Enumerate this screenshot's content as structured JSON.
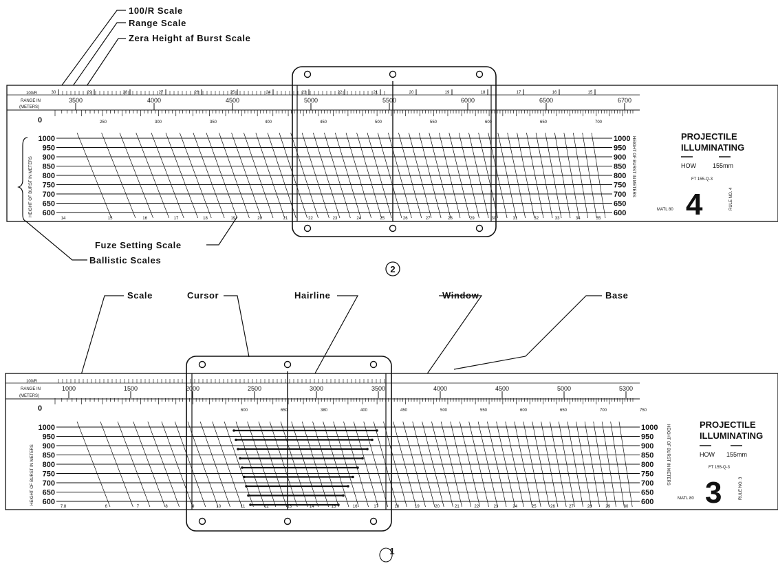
{
  "callouts_top": {
    "inv_r": "100/R Scale",
    "range": "Range Scale",
    "zero_hob": "Zera Height af Burst Scale",
    "fuze": "Fuze Setting Scale",
    "ballistic": "Ballistic Scales"
  },
  "callouts_bottom": {
    "scale": "Scale",
    "cursor": "Cursor",
    "hairline": "Hairline",
    "window": "Window",
    "base": "Base"
  },
  "figures": {
    "top": "2",
    "bottom": "1"
  },
  "rule_top": {
    "inv_r_label": "100/R",
    "range_label": "RANGE IN",
    "meters_label": "(METERS)",
    "zero": "0",
    "range_ticks": [
      "3500",
      "4000",
      "4500",
      "5000",
      "5500",
      "6000",
      "6500",
      "6700"
    ],
    "inv_r_ticks": [
      "30",
      "29",
      "28",
      "27",
      "26",
      "25",
      "24",
      "23",
      "22",
      "21",
      "20",
      "19",
      "18",
      "17",
      "16",
      "15"
    ],
    "quadrant_ticks": [
      "250",
      "300",
      "350",
      "400",
      "450",
      "500",
      "550",
      "600",
      "650",
      "700"
    ],
    "hob_values": [
      "1000",
      "950",
      "900",
      "850",
      "800",
      "750",
      "700",
      "650",
      "600"
    ],
    "fuze_ticks": [
      "14",
      "15",
      "16",
      "17",
      "18",
      "19",
      "20",
      "21",
      "22",
      "23",
      "24",
      "25",
      "26",
      "27",
      "28",
      "29",
      "30",
      "31",
      "32",
      "33",
      "34",
      "35"
    ],
    "vertical_label": "HEIGHT OF BURST IN METERS",
    "right_label": "HEIGHT OF BURST IN METERS",
    "title": "PROJECTILE",
    "subtitle": "ILLUMINATING",
    "how": "HOW",
    "caliber": "155mm",
    "ft": "FT 155-Q-3",
    "number": "4",
    "stock": "MATL 80",
    "side_code": "RULE NO. 4"
  },
  "rule_bottom": {
    "inv_r_label": "100/R",
    "range_label": "RANGE IN",
    "meters_label": "(METERS)",
    "zero": "0",
    "range_ticks": [
      "1000",
      "1500",
      "2000",
      "2500",
      "3000",
      "3500",
      "4000",
      "4500",
      "5000",
      "5300"
    ],
    "quadrant_ticks": [
      "600",
      "650",
      "380",
      "400",
      "450",
      "500",
      "550",
      "600",
      "650",
      "700",
      "750"
    ],
    "hob_values": [
      "1000",
      "950",
      "900",
      "850",
      "800",
      "750",
      "700",
      "650",
      "600"
    ],
    "fuze_ticks": [
      "7.8",
      "6",
      "7",
      "8",
      "9",
      "10",
      "11",
      "12",
      "13",
      "14",
      "15",
      "16",
      "17",
      "18",
      "19",
      "20",
      "21",
      "22",
      "23",
      "24",
      "25",
      "26",
      "27",
      "28",
      "29",
      "30"
    ],
    "vertical_label": "HEIGHT OF BURST IN METERS",
    "right_label": "HEIGHT OF BURST IN METERS",
    "title": "PROJECTILE",
    "subtitle": "ILLUMINATING",
    "how": "HOW",
    "caliber": "155mm",
    "ft": "FT 155-Q-3",
    "number": "3",
    "stock": "MATL 80",
    "side_code": "RULE NO. 3"
  }
}
